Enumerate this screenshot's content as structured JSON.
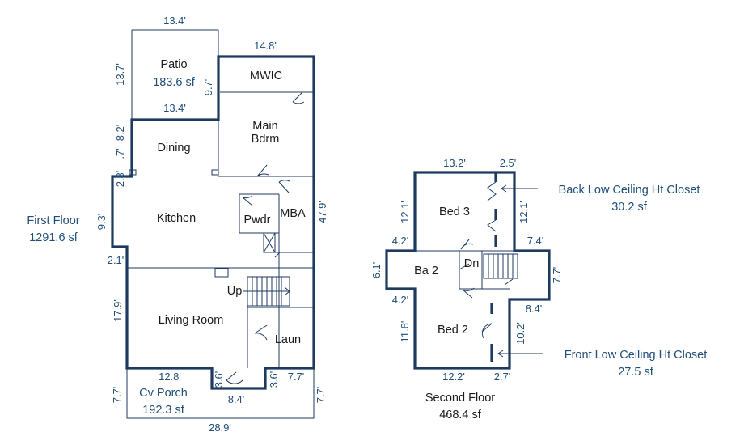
{
  "first_floor": {
    "title": "First Floor",
    "area": "1291.6 sf",
    "rooms": {
      "patio": "Patio",
      "patio_area": "183.6 sf",
      "mwic": "MWIC",
      "main_bdrm_1": "Main",
      "main_bdrm_2": "Bdrm",
      "dining": "Dining",
      "kitchen": "Kitchen",
      "pwdr": "Pwdr",
      "mba": "MBA",
      "up": "Up",
      "living_room": "Living Room",
      "laun": "Laun",
      "cv_porch": "Cv Porch",
      "cv_porch_area": "192.3 sf"
    },
    "dims": {
      "patio_top": "13.4'",
      "patio_left": "13.7'",
      "patio_bottom": "13.4'",
      "mwic_top": "14.8'",
      "mwic_left": "9.7'",
      "dining_left": "8.2'",
      "step_a": ".7'",
      "step_b": "2.8'",
      "kitchen_left": "9.3'",
      "right_side": "47.9'",
      "step_c": "2.1'",
      "living_left": "17.9'",
      "porch_top": "12.8'",
      "porch_left": "3.6'",
      "porch_right": "3.6'",
      "porch_bottom": "8.4'",
      "right_top": "7.7'",
      "left_bottom": "7.7'",
      "right_bottom": "7.7'",
      "overall_bottom": "28.9'"
    }
  },
  "second_floor": {
    "title": "Second Floor",
    "area": "468.4 sf",
    "rooms": {
      "bed3": "Bed 3",
      "ba2": "Ba 2",
      "dn": "Dn",
      "bed2": "Bed 2"
    },
    "dims": {
      "top": "13.2'",
      "top_closet": "2.5'",
      "left_upper": "12.1'",
      "right_upper": "12.1'",
      "ba_top": "4.2'",
      "stair_top": "7.4'",
      "ba_left": "6.1'",
      "stair_right": "7.7'",
      "ba_bottom": "4.2'",
      "stair_bottom": "8.4'",
      "left_lower": "11.8'",
      "right_lower": "10.2'",
      "bottom": "12.2'",
      "bottom_closet": "2.7'"
    },
    "closets": {
      "back_title": "Back Low Ceiling Ht Closet",
      "back_area": "30.2 sf",
      "front_title": "Front Low Ceiling Ht Closet",
      "front_area": "27.5 sf"
    }
  }
}
